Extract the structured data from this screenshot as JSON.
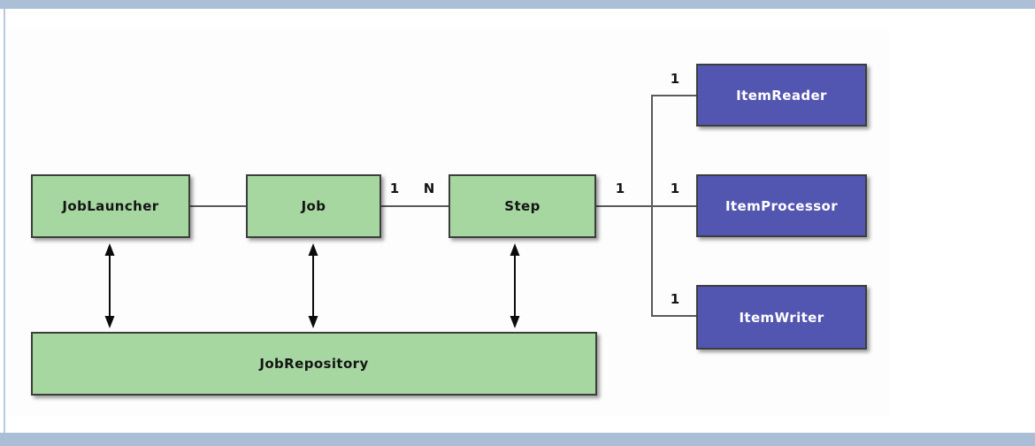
{
  "diagram": {
    "type": "architecture-diagram",
    "nodes": {
      "job_launcher": {
        "label": "JobLauncher",
        "color": "green"
      },
      "job": {
        "label": "Job",
        "color": "green"
      },
      "step": {
        "label": "Step",
        "color": "green"
      },
      "job_repository": {
        "label": "JobRepository",
        "color": "green"
      },
      "item_reader": {
        "label": "ItemReader",
        "color": "purple"
      },
      "item_processor": {
        "label": "ItemProcessor",
        "color": "purple"
      },
      "item_writer": {
        "label": "ItemWriter",
        "color": "purple"
      }
    },
    "multiplicity_labels": {
      "job_side": "1",
      "step_side": "N",
      "step_right": "1",
      "item_processor_side": "1",
      "item_reader_side": "1",
      "item_writer_side": "1"
    },
    "colors": {
      "node_green": "#a6d7a0",
      "node_purple": "#5356b1",
      "node_border": "#3d3d3d",
      "connector": "#5a5a5a",
      "arrow": "#0c0c0c",
      "frame_top": "#abc0d6",
      "frame_bottom": "#aabfd5",
      "frame_left": "#b7c9db",
      "label_dark": "#151515",
      "label_light": "#ffffff"
    }
  }
}
